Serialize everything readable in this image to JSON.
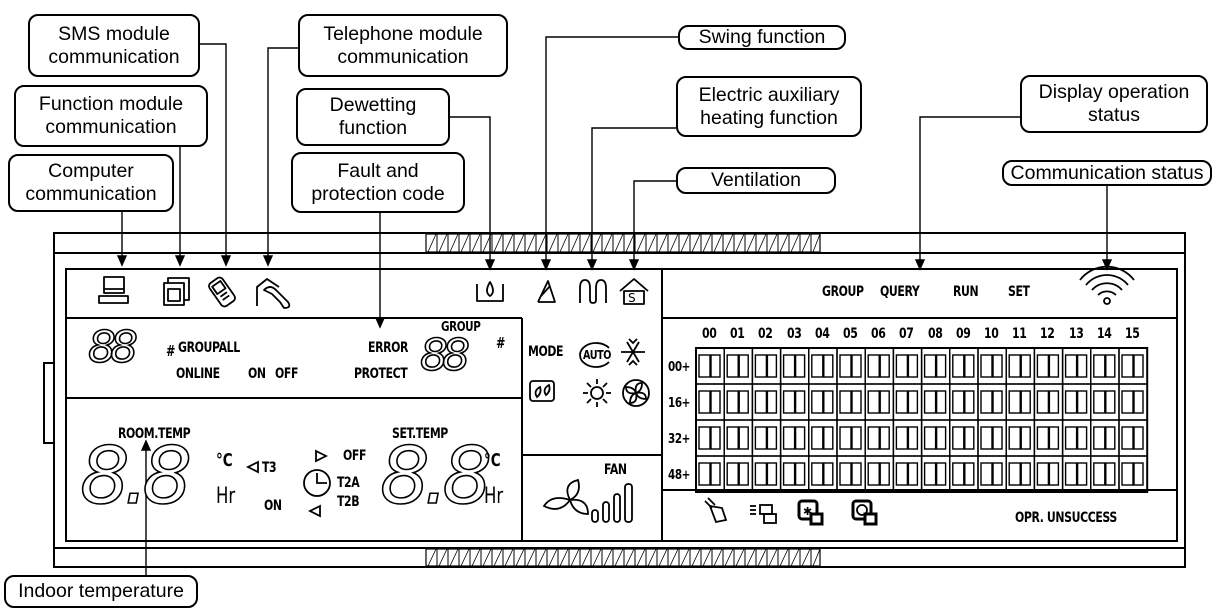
{
  "callouts": {
    "sms": "SMS module\ncommunication",
    "telephone": "Telephone module\ncommunication",
    "swing": "Swing function",
    "electric_heating": "Electric auxiliary\nheating function",
    "display_status": "Display operation\nstatus",
    "function_module": "Function module\ncommunication",
    "dewetting": "Dewetting\nfunction",
    "computer": "Computer\ncommunication",
    "fault": "Fault and\nprotection code",
    "ventilation": "Ventilation",
    "comm_status": "Communication status",
    "indoor_temp": "Indoor temperature"
  },
  "lcd": {
    "status_bar": {
      "group": "GROUP",
      "query": "QUERY",
      "run": "RUN",
      "set": "SET"
    },
    "group_area": {
      "hash": "#",
      "groupall": "GROUPALL",
      "online": "ONLINE",
      "on": "ON",
      "off": "OFF",
      "error": "ERROR",
      "protect": "PROTECT",
      "group_label": "GROUP",
      "group_hash": "#"
    },
    "digits": {
      "group_digits": "88",
      "error_digits": "88",
      "room_digits": "8.8",
      "set_digits": "8.8"
    },
    "temp_area": {
      "room_temp": "ROOM.TEMP",
      "set_temp": "SET.TEMP",
      "deg_c_left": "°C",
      "hr_left": "Hr",
      "deg_c_right": "°C",
      "hr_right": "Hr",
      "t3": "T3",
      "on": "ON",
      "off": "OFF",
      "t2a": "T2A",
      "t2b": "T2B"
    },
    "mode_area": {
      "mode": "MODE",
      "auto": "AUTO",
      "fan": "FAN"
    },
    "grid": {
      "columns": [
        "00",
        "01",
        "02",
        "03",
        "04",
        "05",
        "06",
        "07",
        "08",
        "09",
        "10",
        "11",
        "12",
        "13",
        "14",
        "15"
      ],
      "rows": [
        "00+",
        "16+",
        "32+",
        "48+"
      ]
    },
    "bottom": {
      "opr_unsuccess": "OPR. UNSUCCESS"
    }
  },
  "icons": [
    "computer-icon",
    "function-module-icon",
    "sms-phone-icon",
    "telephone-icon",
    "dewetting-icon",
    "swing-icon",
    "electric-heating-icon",
    "ventilation-icon",
    "wifi-signal-icon",
    "snowflake-icon",
    "sun-icon",
    "fan-icon",
    "clock-icon",
    "touch-lock-icon",
    "card-lock-icon",
    "cool-lock-icon",
    "mode-lock-icon"
  ]
}
